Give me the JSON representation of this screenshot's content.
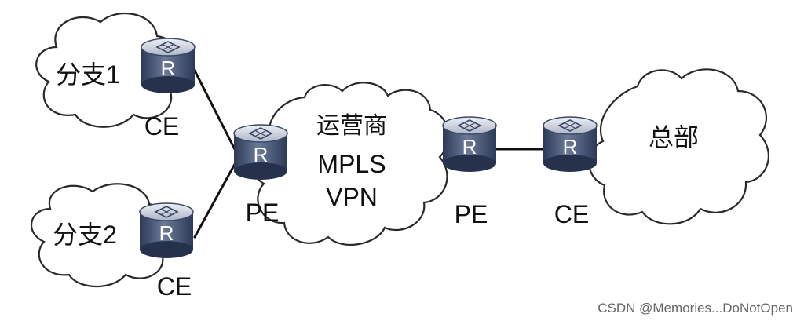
{
  "clouds": {
    "branch1": "分支1",
    "branch2": "分支2",
    "provider": [
      "运营商",
      "MPLS",
      "VPN"
    ],
    "hq": "总部"
  },
  "routers": {
    "icon_letter": "R",
    "ce_branch1": "CE",
    "ce_branch2": "CE",
    "pe_left": "PE",
    "pe_right": "PE",
    "ce_hq": "CE"
  },
  "watermark": "CSDN @Memories...DoNotOpen",
  "colors": {
    "router_top": "#d9dde6",
    "router_body": "#3f4d6b",
    "router_body_light": "#6c7a99",
    "line": "#111111"
  }
}
